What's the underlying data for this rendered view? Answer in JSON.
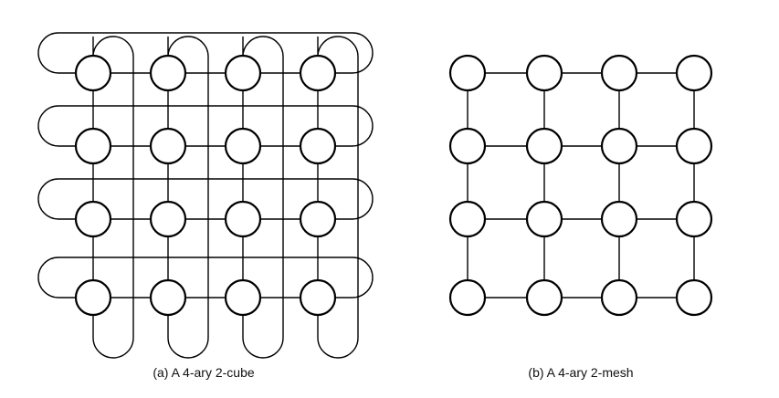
{
  "diagrams": [
    {
      "id": "torus",
      "caption": "(a) A 4-ary 2-cube",
      "rows": 4,
      "cols": 4,
      "wraparound": true
    },
    {
      "id": "mesh",
      "caption": "(b) A 4-ary 2-mesh",
      "rows": 4,
      "cols": 4,
      "wraparound": false
    }
  ],
  "colors": {
    "stroke": "#000000",
    "node_fill": "#ffffff",
    "background": "#ffffff"
  }
}
